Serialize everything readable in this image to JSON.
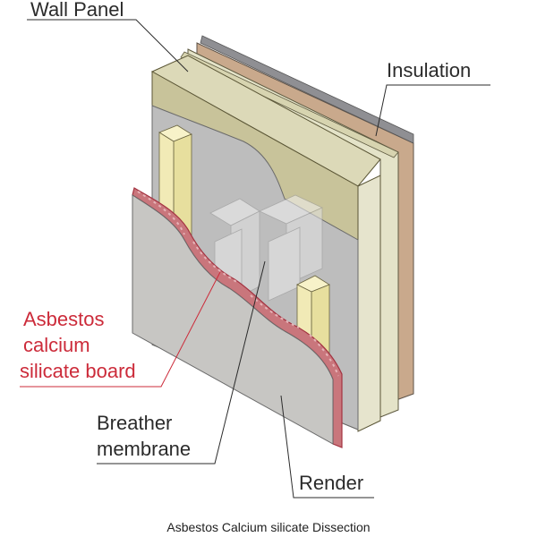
{
  "labels": {
    "wall_panel": "Wall Panel",
    "insulation": "Insulation",
    "asbestos_line1": "Asbestos",
    "asbestos_line2": "calcium",
    "asbestos_line3": "silicate board",
    "breather_line1": "Breather",
    "breather_line2": "membrane",
    "render": "Render"
  },
  "caption": "Asbestos Calcium silicate Dissection",
  "colors": {
    "accent_red": "#cc2b3a",
    "text": "#2b2b2b",
    "panel_face": "#c8c39a",
    "panel_top": "#dcd9b8",
    "insulation_face": "#e4e3c8",
    "timber": "#c9a98c",
    "membrane": "#bdbdbd",
    "render": "#c7c6c3",
    "stud": "#efe8b5"
  }
}
